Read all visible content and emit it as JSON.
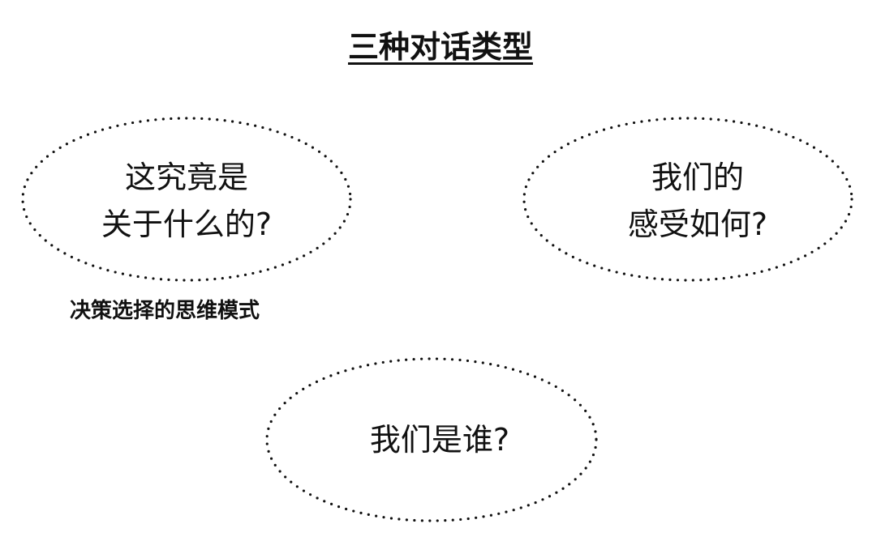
{
  "title": "三种对话类型",
  "bubbles": [
    {
      "lines": [
        "这究竟是",
        "关于什么的?"
      ]
    },
    {
      "lines": [
        "我们的",
        "感受如何?"
      ]
    },
    {
      "lines": [
        "我们是谁?"
      ]
    }
  ],
  "note": "决策选择的思维模式",
  "colors": {
    "text": "#111111",
    "dots": "#111111",
    "background": "#ffffff"
  }
}
